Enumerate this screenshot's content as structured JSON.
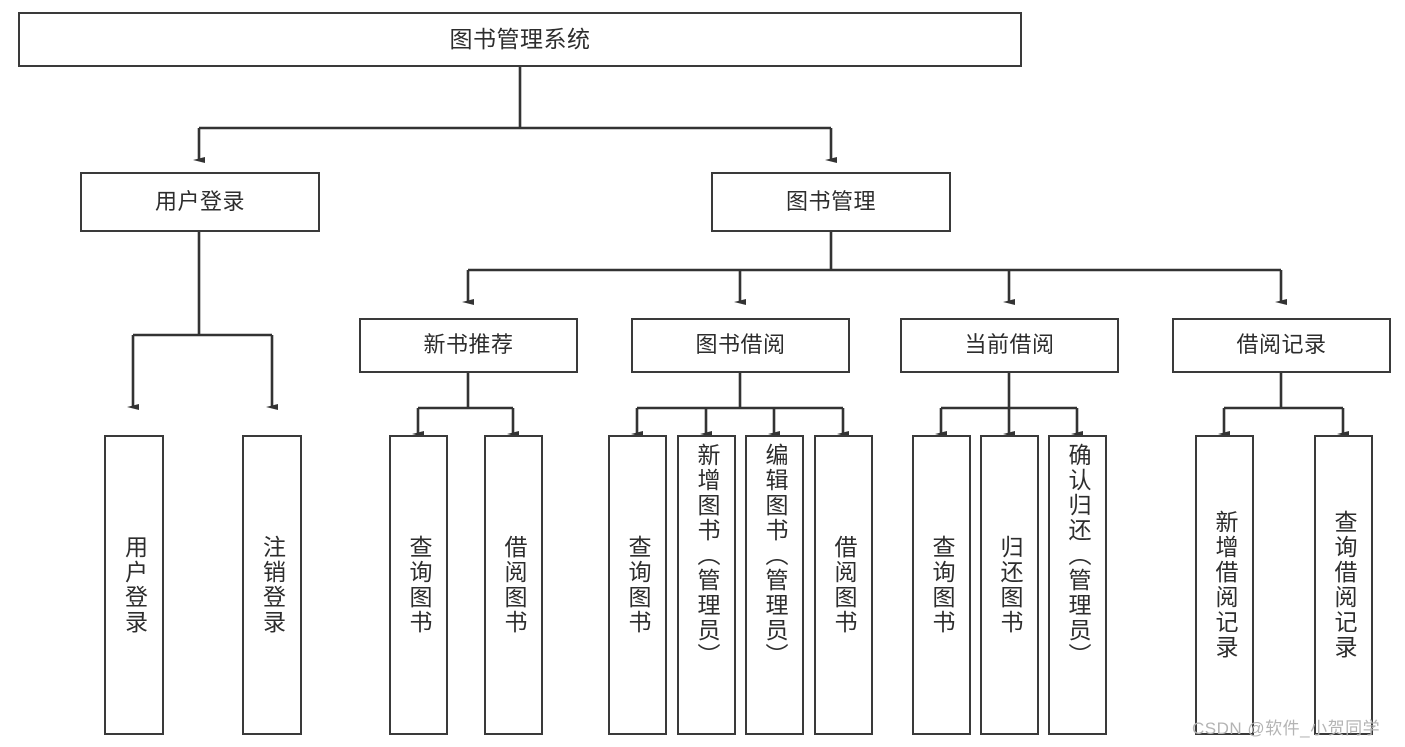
{
  "diagram": {
    "title": "图书管理系统",
    "watermark": "CSDN @软件_小贺同学",
    "line_color": "#333333",
    "box_border_color": "#3a3a3a",
    "box_fill_color": "#ffffff",
    "text_color": "#2d2d2d",
    "background": "#ffffff"
  },
  "nodes": {
    "root": {
      "label": "图书管理系统"
    },
    "level2": [
      {
        "label": "用户登录"
      },
      {
        "label": "图书管理"
      }
    ],
    "level3": [
      {
        "label": "新书推荐"
      },
      {
        "label": "图书借阅"
      },
      {
        "label": "当前借阅"
      },
      {
        "label": "借阅记录"
      }
    ],
    "leaves": {
      "user_login": [
        {
          "label": "用户登录"
        },
        {
          "label": "注销登录"
        }
      ],
      "new_book": [
        {
          "label": "查询图书"
        },
        {
          "label": "借阅图书"
        }
      ],
      "book_borrow": [
        {
          "label": "查询图书"
        },
        {
          "label": "新增图书（管理员）"
        },
        {
          "label": "编辑图书（管理员）"
        },
        {
          "label": "借阅图书"
        }
      ],
      "current_borrow": [
        {
          "label": "查询图书"
        },
        {
          "label": "归还图书"
        },
        {
          "label": "确认归还（管理员）"
        }
      ],
      "borrow_record": [
        {
          "label": "新增借阅记录"
        },
        {
          "label": "查询借阅记录"
        }
      ]
    }
  }
}
